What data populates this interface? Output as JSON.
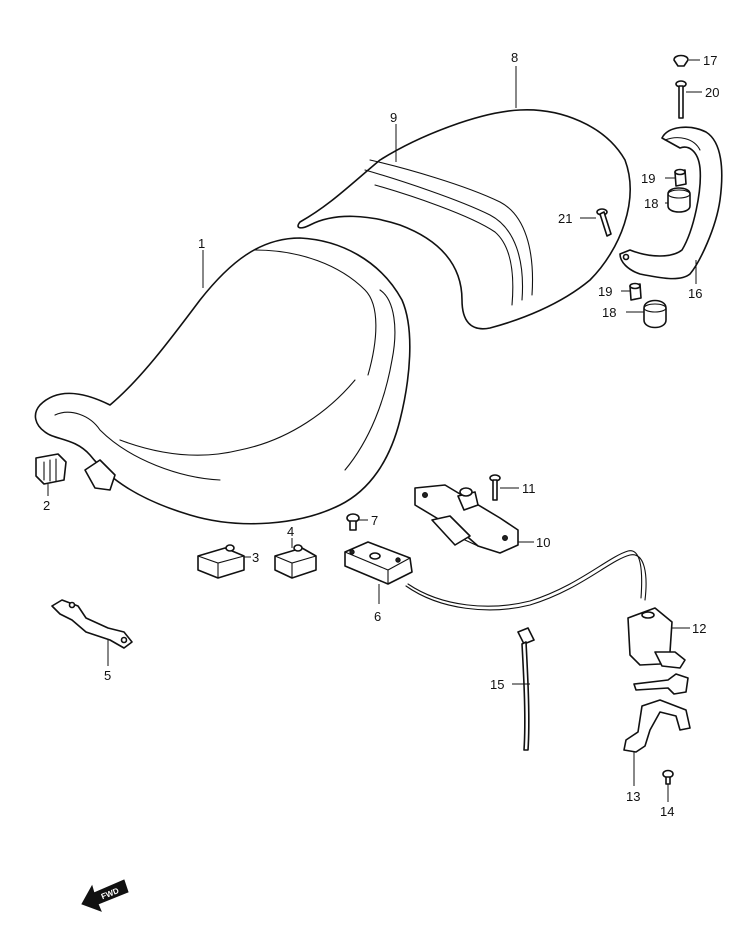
{
  "callouts": [
    {
      "id": "1",
      "label": "1"
    },
    {
      "id": "2",
      "label": "2"
    },
    {
      "id": "3",
      "label": "3"
    },
    {
      "id": "4",
      "label": "4"
    },
    {
      "id": "5",
      "label": "5"
    },
    {
      "id": "6",
      "label": "6"
    },
    {
      "id": "7",
      "label": "7"
    },
    {
      "id": "8",
      "label": "8"
    },
    {
      "id": "9",
      "label": "9"
    },
    {
      "id": "10",
      "label": "10"
    },
    {
      "id": "11",
      "label": "11"
    },
    {
      "id": "12",
      "label": "12"
    },
    {
      "id": "13",
      "label": "13"
    },
    {
      "id": "14",
      "label": "14"
    },
    {
      "id": "15",
      "label": "15"
    },
    {
      "id": "16",
      "label": "16"
    },
    {
      "id": "17",
      "label": "17"
    },
    {
      "id": "18a",
      "label": "18"
    },
    {
      "id": "18b",
      "label": "18"
    },
    {
      "id": "19a",
      "label": "19"
    },
    {
      "id": "19b",
      "label": "19"
    },
    {
      "id": "20",
      "label": "20"
    },
    {
      "id": "21",
      "label": "21"
    }
  ],
  "fwd_arrow": {
    "label": "FWD"
  }
}
